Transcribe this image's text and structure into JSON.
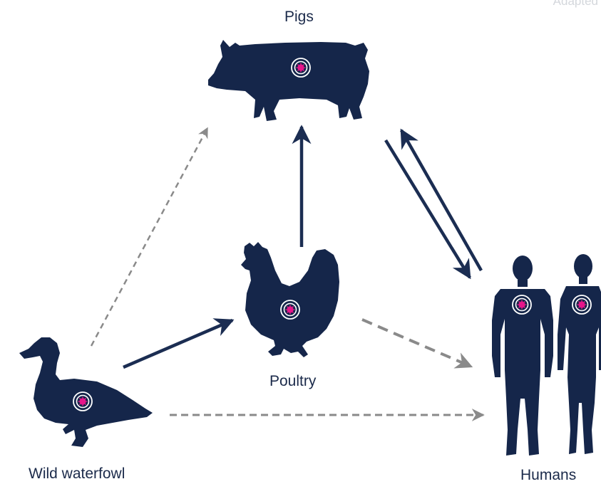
{
  "nodes": {
    "pigs": {
      "label": "Pigs"
    },
    "poultry": {
      "label": "Poultry"
    },
    "waterfowl": {
      "label": "Wild waterfowl"
    },
    "humans": {
      "label": "Humans"
    }
  },
  "corner_text": "Adapted",
  "colors": {
    "silhouette": "#15264a",
    "solid_arrow": "#1b2d52",
    "dashed_arrow": "#8a8a8a",
    "virus": "#e6158a"
  },
  "icons": [
    "pig-icon",
    "chicken-icon",
    "duck-icon",
    "human-male-icon",
    "human-female-icon",
    "virus-icon"
  ]
}
